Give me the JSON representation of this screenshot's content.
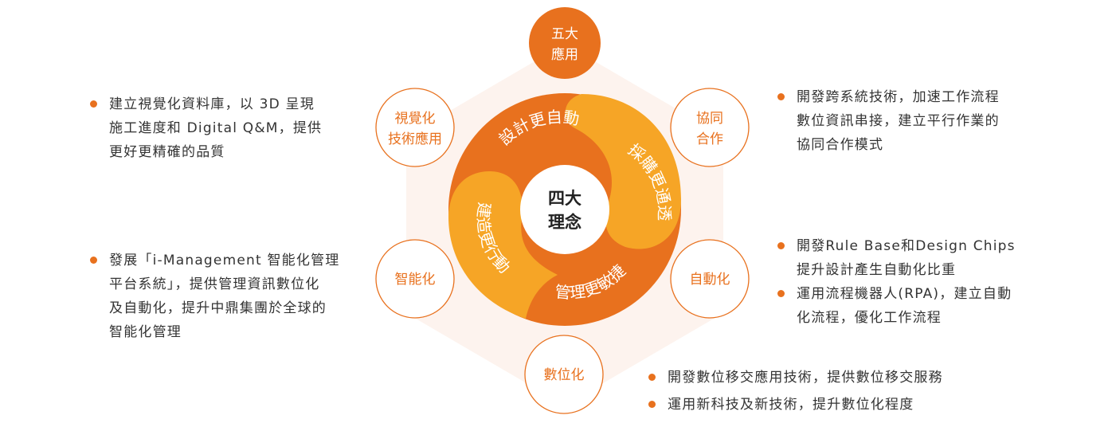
{
  "colors": {
    "orange_dark": "#e8711e",
    "orange_mid": "#f0891f",
    "orange_light": "#f6a526",
    "hexagon": "#fdf3ee",
    "text": "#333333"
  },
  "center_label": [
    "四大",
    "理念"
  ],
  "top_node": [
    "五大",
    "應用"
  ],
  "nodes": {
    "visualization": [
      "視覺化",
      "技術應用"
    ],
    "collaboration": [
      "協同",
      "合作"
    ],
    "intelligence": [
      "智能化"
    ],
    "automation": [
      "自動化"
    ],
    "digitalization": [
      "數位化"
    ]
  },
  "ring_segments": {
    "design": "設計更自動",
    "procurement": "採購更通透",
    "management": "管理更敏捷",
    "construction": "建造更行動"
  },
  "blocks": {
    "visualization": [
      "建立視覺化資料庫，以 3D 呈現\n施工進度和 Digital Q&M，提供\n更好更精確的品質"
    ],
    "intelligence": [
      "發展「i-Management 智能化管理\n平台系統」，提供管理資訊數位化\n及自動化，提升中鼎集團於全球的\n智能化管理"
    ],
    "collaboration": [
      "開發跨系統技術，加速工作流程\n數位資訊串接，建立平行作業的\n協同合作模式"
    ],
    "automation": [
      "開發Rule Base和Design Chips\n提升設計產生自動化比重",
      "運用流程機器人(RPA)，建立自動\n化流程，優化工作流程"
    ],
    "digitalization": [
      "開發數位移交應用技術，提供數位移交服務",
      "運用新科技及新技術，提升數位化程度"
    ]
  }
}
